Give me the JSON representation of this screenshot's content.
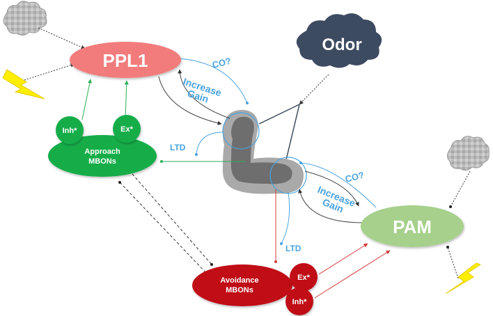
{
  "nodes": {
    "ppl1": {
      "label": "PPL1",
      "color": "#f27b7b"
    },
    "pam": {
      "label": "PAM",
      "color": "#a6d08b"
    },
    "odor": {
      "label": "Odor",
      "color": "#3d4b61"
    },
    "approach": {
      "line1": "Approach",
      "line2": "MBONs",
      "color": "#12ad4a"
    },
    "avoidance": {
      "line1": "Avoidance",
      "line2": "MBONs",
      "color": "#c00f16"
    },
    "inh_green": {
      "label": "Inh*"
    },
    "ex_green": {
      "label": "Ex*"
    },
    "ex_red": {
      "label": "Ex*"
    },
    "inh_red": {
      "label": "Inh*"
    }
  },
  "annotations": {
    "co_top": "CO?",
    "increase_top_1": "Increase",
    "increase_top_2": "Gain",
    "ltd_left": "LTD",
    "co_bottom": "CO?",
    "increase_bottom_1": "Increase",
    "increase_bottom_2": "Gain",
    "ltd_bottom": "LTD"
  },
  "colors": {
    "annotation_blue": "#4aa3df",
    "green_line": "#2aae54",
    "red_line": "#d63a3a",
    "lightning": "#ffee00",
    "cloud_gray": "#b8b8b8"
  }
}
